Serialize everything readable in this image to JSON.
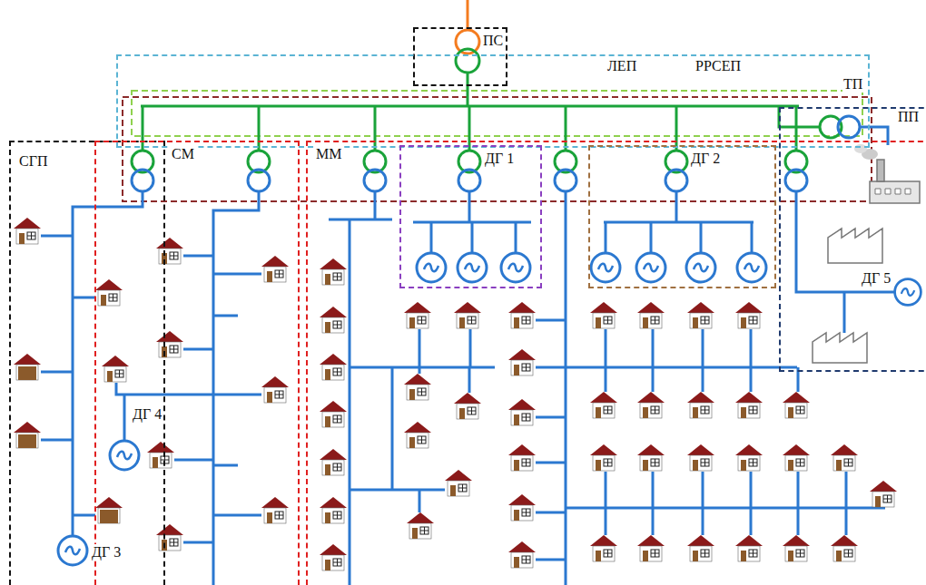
{
  "diagram": {
    "nodes": [
      {
        "text": [
          "ПС"
        ]
      },
      {
        "text": [
          "РРСЕП"
        ]
      },
      {
        "text": [
          "СГП"
        ]
      },
      {
        "text": [
          "СМ"
        ]
      },
      {
        "text": [
          "ММ"
        ]
      },
      {
        "text": [
          "ДГ 1"
        ],
        "in": 4
      },
      {
        "text": [
          "ДГ 2"
        ],
        "in": 4
      },
      {
        "text": [
          "ПП"
        ]
      }
    ],
    "labels": [
      "ЛЕП",
      "ТП",
      "ДГ 3",
      "ДГ 4",
      "ДГ 5"
    ]
  }
}
